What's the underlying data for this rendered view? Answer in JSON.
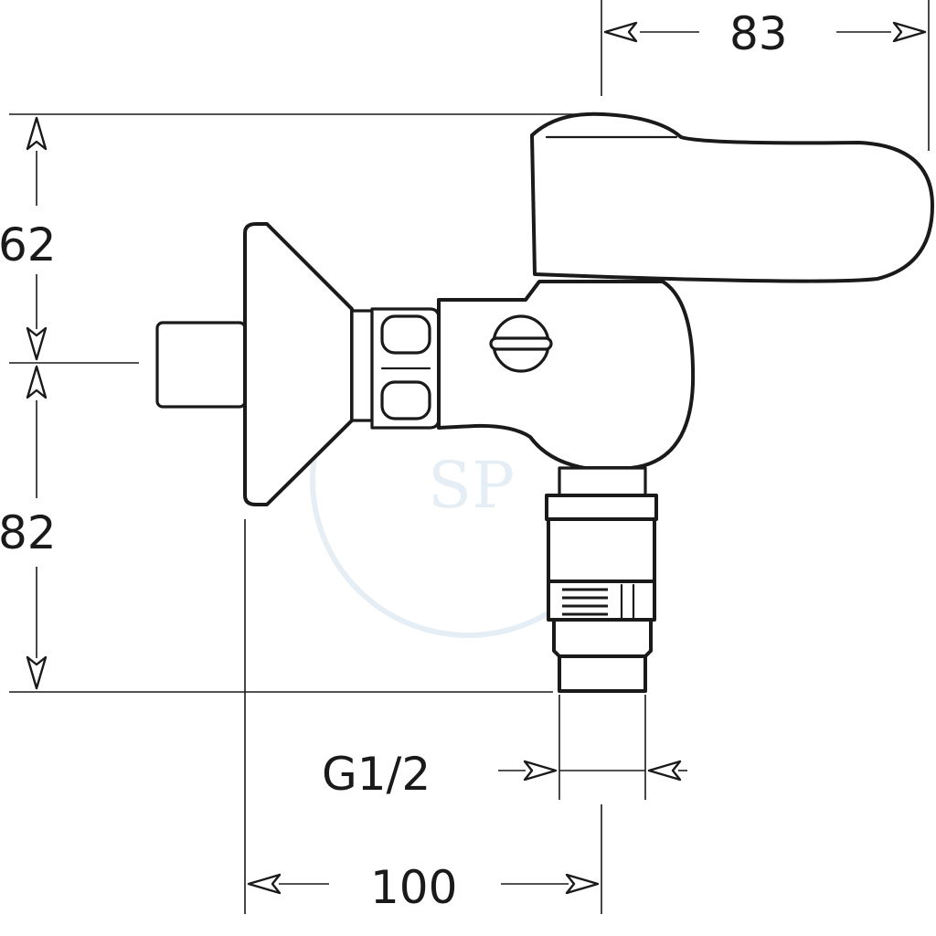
{
  "dimensions": {
    "width_top": "83",
    "height_upper": "62",
    "height_lower": "82",
    "thread": "G1/2",
    "width_bottom": "100"
  },
  "watermark": {
    "text": "SP"
  },
  "colors": {
    "line": "#1a1a1a",
    "background": "#ffffff",
    "watermark": "#e6eef5"
  }
}
